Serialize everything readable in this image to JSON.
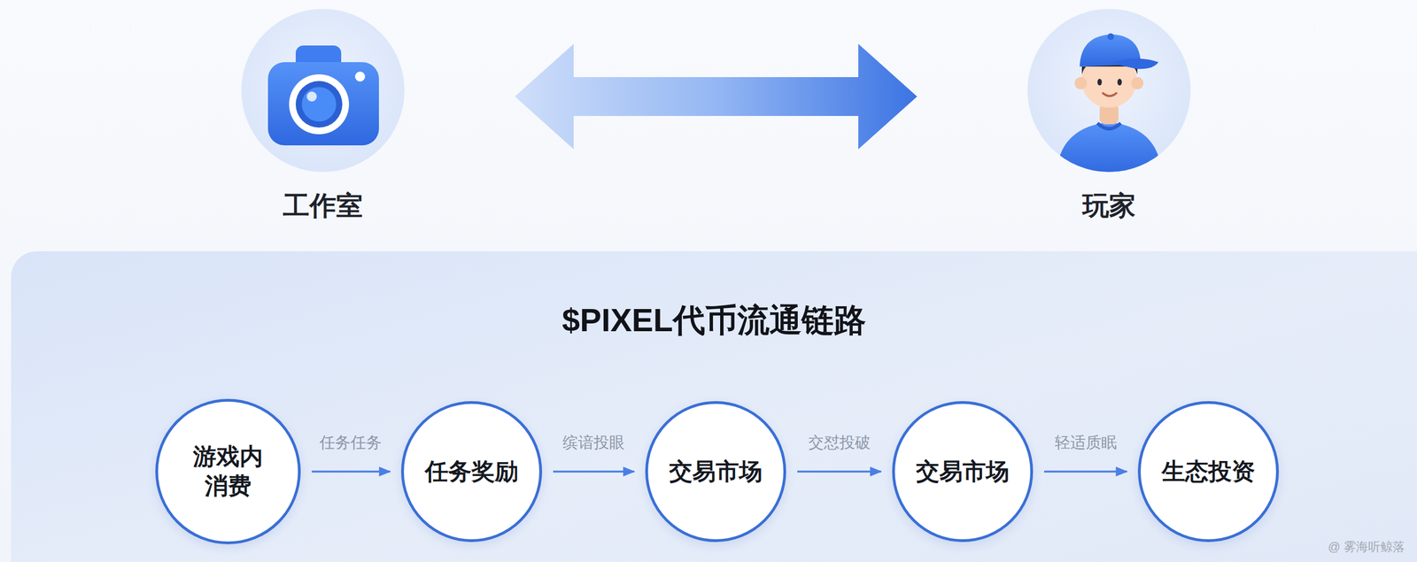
{
  "diagram": {
    "nodes": [
      {
        "text": [
          "工作室"
        ]
      },
      {
        "text": [
          "玩家"
        ]
      },
      {
        "text": [
          "$PIXEL代币流通链路"
        ]
      },
      {
        "text": [
          "游戏内 消费"
        ],
        "in": 2
      },
      {
        "text": [
          "任务奖励"
        ],
        "in": 2
      },
      {
        "text": [
          "交易市场"
        ],
        "in": 2
      },
      {
        "text": [
          "交易市场"
        ],
        "in": 2
      },
      {
        "text": [
          "生态投资"
        ],
        "in": 2
      }
    ],
    "edges": [
      {
        "from": 0,
        "to": 1,
        "arrow": "both"
      },
      {
        "from": 3,
        "to": 4,
        "label": "任务任务",
        "arrow": "to"
      },
      {
        "from": 4,
        "to": 5,
        "label": "缤谙投眼",
        "arrow": "to"
      },
      {
        "from": 5,
        "to": 6,
        "label": "交怼投破",
        "arrow": "to"
      },
      {
        "from": 6,
        "to": 7,
        "label": "轻适质眠",
        "arrow": "to"
      }
    ],
    "labels": [
      "@ 雾海听鲸落"
    ]
  }
}
